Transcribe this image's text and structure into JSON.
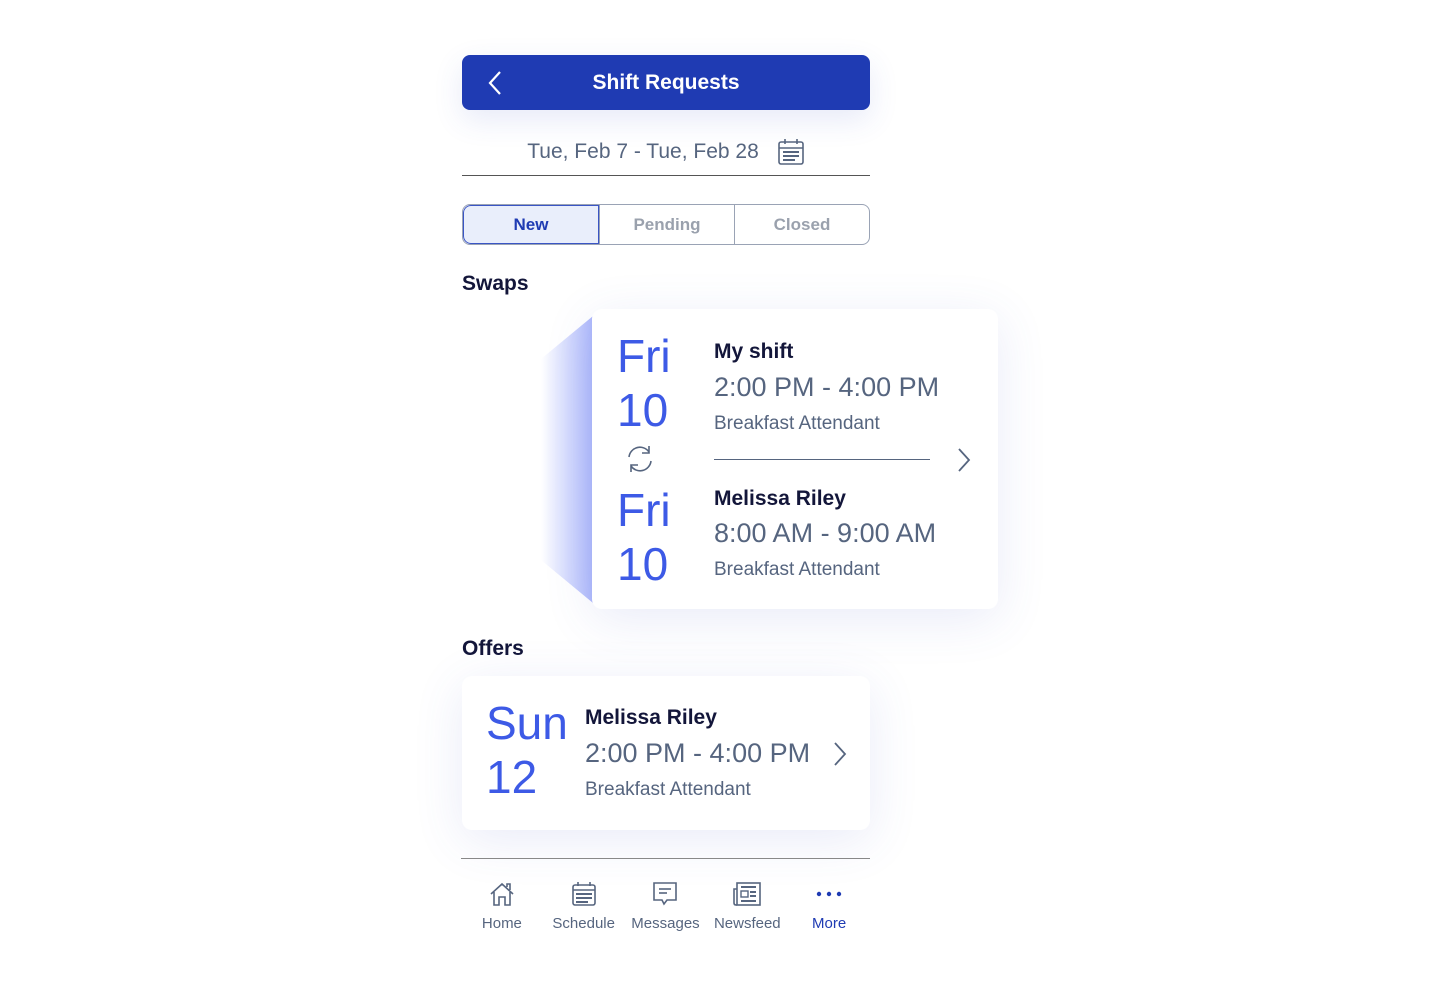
{
  "header": {
    "title": "Shift Requests",
    "back_icon": "chevron-left-icon"
  },
  "date_range": {
    "label": "Tue, Feb 7 - Tue, Feb 28",
    "icon": "calendar-icon"
  },
  "tabs": [
    {
      "label": "New",
      "active": true
    },
    {
      "label": "Pending",
      "active": false
    },
    {
      "label": "Closed",
      "active": false
    }
  ],
  "swaps": {
    "title": "Swaps",
    "top": {
      "day": "Fri",
      "date": "10",
      "name": "My shift",
      "time": "2:00 PM - 4:00 PM",
      "role": "Breakfast Attendant"
    },
    "bottom": {
      "day": "Fri",
      "date": "10",
      "name": "Melissa Riley",
      "time": "8:00 AM - 9:00 AM",
      "role": "Breakfast Attendant"
    }
  },
  "offers": {
    "title": "Offers",
    "items": [
      {
        "day": "Sun",
        "date": "12",
        "name": "Melissa Riley",
        "time": "2:00 PM - 4:00 PM",
        "role": "Breakfast Attendant"
      }
    ]
  },
  "nav": [
    {
      "label": "Home",
      "icon": "home-icon"
    },
    {
      "label": "Schedule",
      "icon": "calendar-icon"
    },
    {
      "label": "Messages",
      "icon": "message-icon"
    },
    {
      "label": "Newsfeed",
      "icon": "newspaper-icon"
    },
    {
      "label": "More",
      "icon": "more-icon",
      "active": true
    }
  ],
  "colors": {
    "primary": "#1f3bb3",
    "accent": "#3d5ae6",
    "text": "#13163a",
    "muted": "#56657f"
  }
}
